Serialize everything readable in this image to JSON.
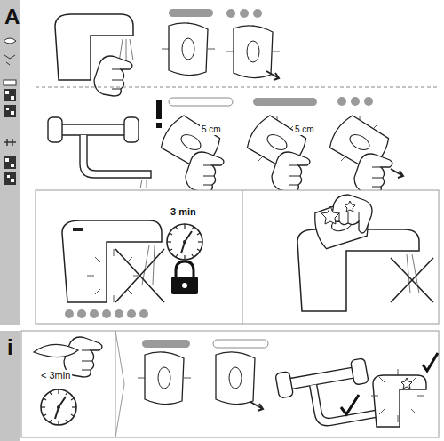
{
  "diagram": {
    "labels": [
      "A",
      "5 cm",
      "5 cm",
      "3 min",
      "< 3min",
      "i"
    ]
  }
}
